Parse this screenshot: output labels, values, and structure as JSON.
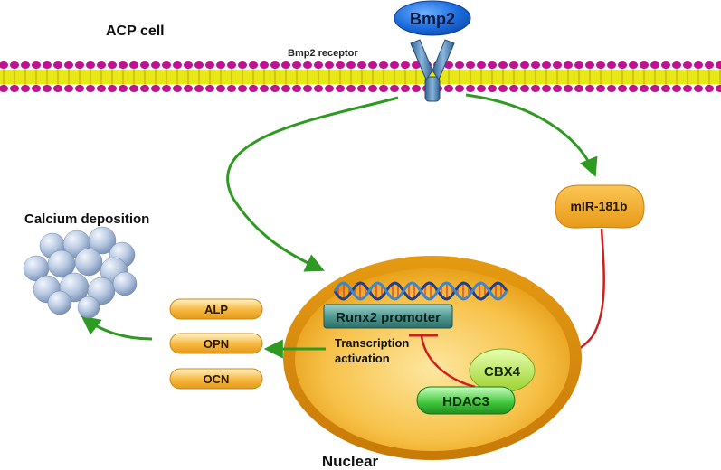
{
  "cell_label": "ACP cell",
  "ligand": {
    "label": "Bmp2"
  },
  "receptor": {
    "label": "Bmp2 receptor"
  },
  "mirna": {
    "label": "mIR-181b"
  },
  "calcium": {
    "label": "Calcium deposition"
  },
  "markers": [
    {
      "label": "ALP"
    },
    {
      "label": "OPN"
    },
    {
      "label": "OCN"
    }
  ],
  "nucleus": {
    "label": "Nuclear",
    "promoter_label": "Runx2 promoter",
    "transcription_label": [
      "Transcription",
      "activation"
    ],
    "cbx4_label": "CBX4",
    "hdac3_label": "HDAC3"
  },
  "colors": {
    "activation": "#2e9a22",
    "inhibition": "#cc1f1f",
    "membrane_bead": "#c0128f",
    "membrane_tail": "#e6e600",
    "receptor": "#4a7fb0",
    "ligand": "#1565d8",
    "nucleus": "#e69a12",
    "marker": "#f0a828"
  }
}
